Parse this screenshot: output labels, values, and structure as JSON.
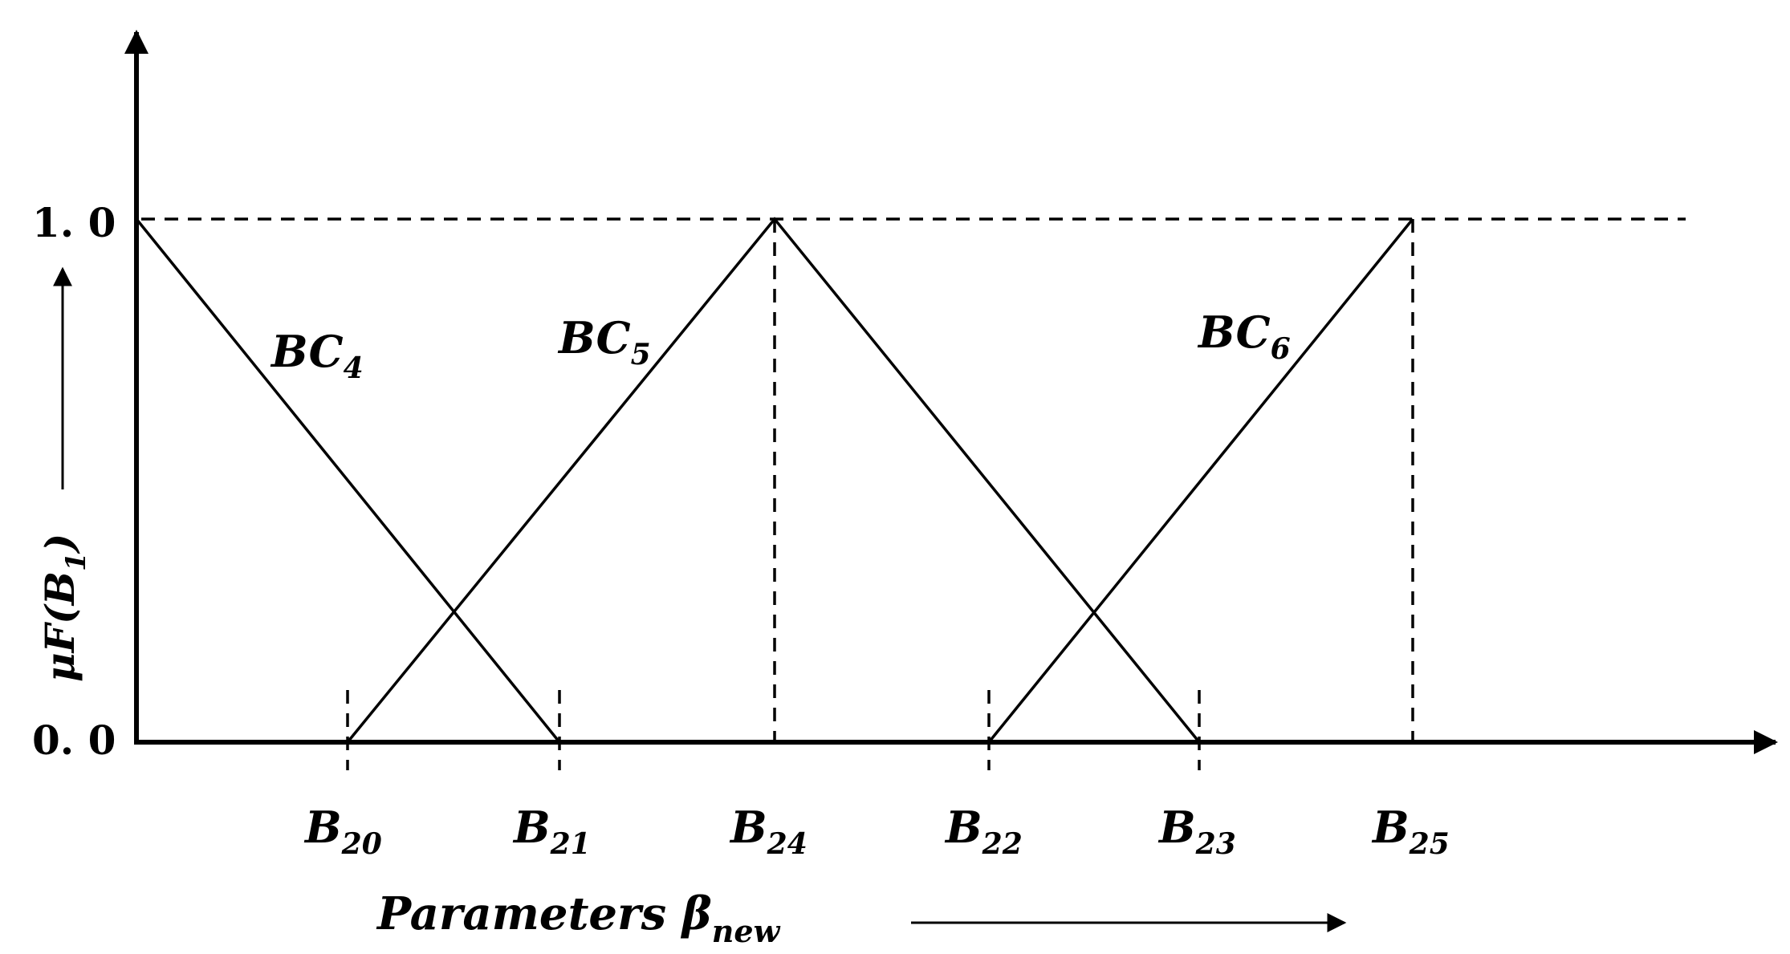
{
  "y_axis": {
    "label_main": "μF(B",
    "label_sub": "1",
    "label_close": ")",
    "tick_top": "1. 0",
    "tick_bottom": "0. 0"
  },
  "x_axis": {
    "label_main": "Parameters β",
    "label_sub": "new"
  },
  "points": {
    "B20": {
      "main": "B",
      "sub": "20"
    },
    "B21": {
      "main": "B",
      "sub": "21"
    },
    "B24": {
      "main": "B",
      "sub": "24"
    },
    "B22": {
      "main": "B",
      "sub": "22"
    },
    "B23": {
      "main": "B",
      "sub": "23"
    },
    "B25": {
      "main": "B",
      "sub": "25"
    }
  },
  "sets": {
    "BC4": {
      "main": "BC",
      "sub": "4"
    },
    "BC5": {
      "main": "BC",
      "sub": "5"
    },
    "BC6": {
      "main": "BC",
      "sub": "6"
    }
  }
}
